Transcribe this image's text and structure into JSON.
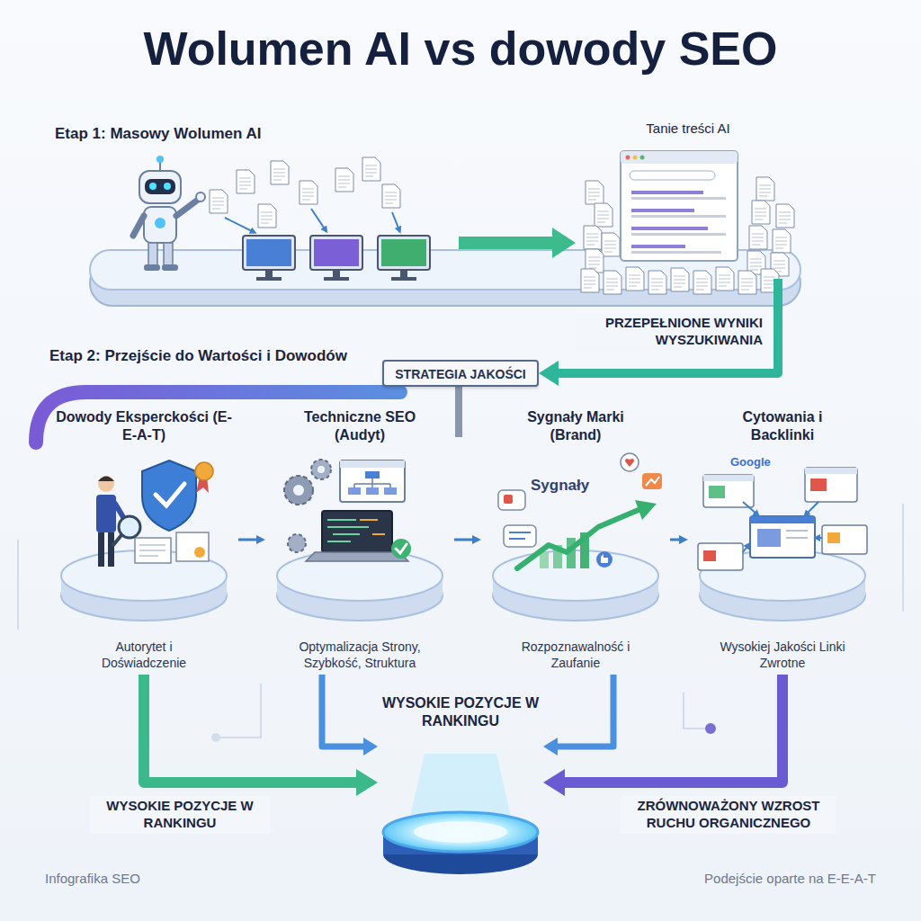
{
  "diagram": {
    "title": "Wolumen AI vs dowody SEO",
    "nodes": [
      {
        "text": [
          "Etap 1: Masowy Wolumen AI"
        ]
      },
      {
        "text": [
          "Tanie treści AI"
        ]
      },
      {
        "text": [
          "STRATEGIA JAKOŚCI"
        ]
      },
      {
        "text": [
          "Dowody Eksperckości (E-E-A-T)",
          "Autorytet i Doświadczenie"
        ]
      },
      {
        "text": [
          "Techniczne SEO (Audyt)",
          "Optymalizacja Strony, Szybkość, Struktura"
        ]
      },
      {
        "text": [
          "Sygnały Marki (Brand)",
          "Rozpoznawalność i Zaufanie"
        ]
      },
      {
        "text": [
          "Cytowania i Backlinki",
          "Wysokiej Jakości Linki Zwrotne"
        ]
      },
      {
        "text": [
          "WYSOKIE POZYCJE W RANKINGU"
        ]
      }
    ],
    "edges": [
      {
        "from": 0,
        "to": 1,
        "arrow": "to"
      },
      {
        "from": 1,
        "to": 2,
        "arrow": "to",
        "label": "PRZEPEŁNIONE WYNIKI WYSZUKIWANIA"
      },
      {
        "from": 3,
        "to": 4,
        "arrow": "to"
      },
      {
        "from": 4,
        "to": 5,
        "arrow": "to"
      },
      {
        "from": 5,
        "to": 6,
        "arrow": "to"
      },
      {
        "from": 3,
        "to": 7,
        "arrow": "to",
        "label": "WYSOKIE POZYCJE W RANKINGU"
      },
      {
        "from": 4,
        "to": 7,
        "arrow": "to"
      },
      {
        "from": 5,
        "to": 7,
        "arrow": "to"
      },
      {
        "from": 6,
        "to": 7,
        "arrow": "to",
        "label": "ZRÓWNOWAŻONY WZROST RUCHU ORGANICZNEGO"
      }
    ],
    "labels": [
      "Etap 2: Przejście do Wartości i Dowodów",
      "Sygnały",
      "Google",
      "Infografika SEO",
      "Podejście oparte na E-E-A-T"
    ]
  }
}
